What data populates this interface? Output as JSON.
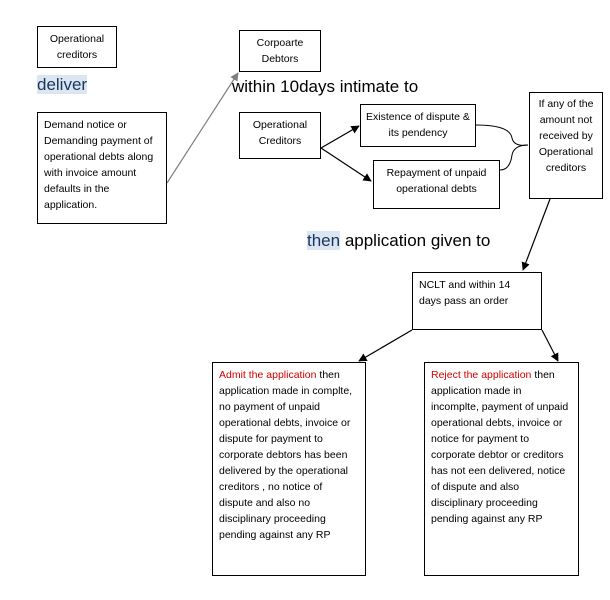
{
  "boxes": {
    "operational_creditors_top": "Operational creditors",
    "corporate_debtors": "Corpoarte Debtors",
    "demand_notice": "Demand notice or Demanding payment of operational debts along with invoice amount defaults in the application.",
    "operational_creditors_mid": "Operational Creditors",
    "existence_of_dispute": "Existence of dispute & its pendency",
    "repayment": "Repayment of unpaid operational debts",
    "if_any": "If any  of the amount not received by Operational creditors",
    "nclt": "NCLT and within 14 days pass an order",
    "admit_lead": "Admit the application",
    "admit_rest": " then application made in complte, no payment of unpaid operational debts, invoice or dispute for payment to corporate debtors has been delivered by the operational creditors , no notice of dispute and also no disciplinary proceeding pending against any RP",
    "reject_lead": "Reject  the application",
    "reject_rest": " then application made in incomplte,  payment of unpaid operational debts, invoice or notice  for payment to corporate debtor or creditors has not een delivered, notice of dispute and also disciplinary proceeding pending against any RP"
  },
  "labels": {
    "deliver": "deliver",
    "within": "within 10days intimate to",
    "then_word": "then",
    "then_rest": " application given to"
  },
  "colors": {
    "highlight_bg": "#dce6f2",
    "highlight_text": "#17375e",
    "accent_red": "#d00000"
  }
}
